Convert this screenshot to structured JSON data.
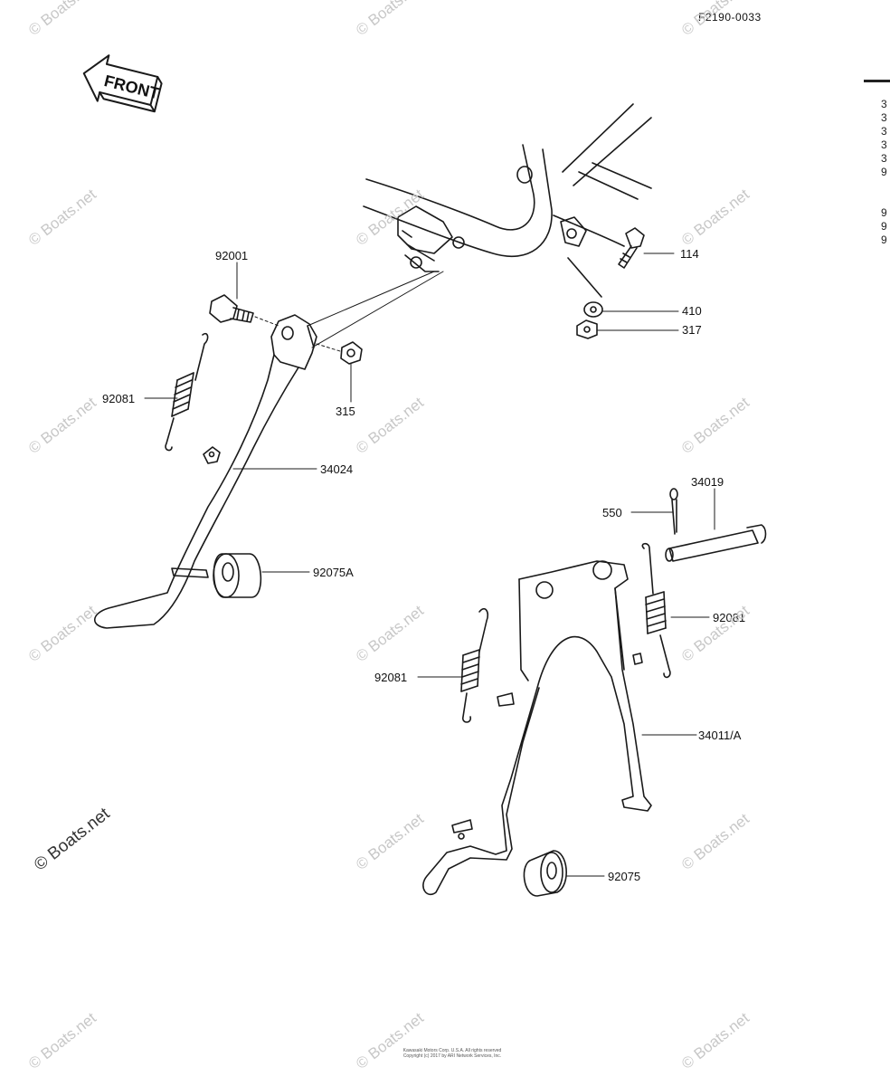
{
  "diagram": {
    "code": "F2190-0033",
    "front_label": "FRONT",
    "labels": [
      {
        "key": "92001",
        "text": "92001"
      },
      {
        "key": "114",
        "text": "114"
      },
      {
        "key": "410",
        "text": "410"
      },
      {
        "key": "317",
        "text": "317"
      },
      {
        "key": "315",
        "text": "315"
      },
      {
        "key": "92081a",
        "text": "92081"
      },
      {
        "key": "34024",
        "text": "34024"
      },
      {
        "key": "92075A",
        "text": "92075A"
      },
      {
        "key": "34019",
        "text": "34019"
      },
      {
        "key": "550",
        "text": "550"
      },
      {
        "key": "92081b",
        "text": "92081"
      },
      {
        "key": "92081c",
        "text": "92081"
      },
      {
        "key": "34011A",
        "text": "34011/A"
      },
      {
        "key": "92075",
        "text": "92075"
      }
    ],
    "watermark": "© Boats.net",
    "footer_lines": [
      "Kawasaki Motors Corp. U.S.A. All rights reserved",
      "Copyright (c) 2017 by ARI Network Services, Inc."
    ],
    "side_strip": [
      "3",
      "3",
      "3",
      "3",
      "3",
      "9",
      "9",
      "9",
      "9"
    ]
  },
  "colors": {
    "line": "#1a1a1a",
    "watermark": "#c8c8c8"
  }
}
